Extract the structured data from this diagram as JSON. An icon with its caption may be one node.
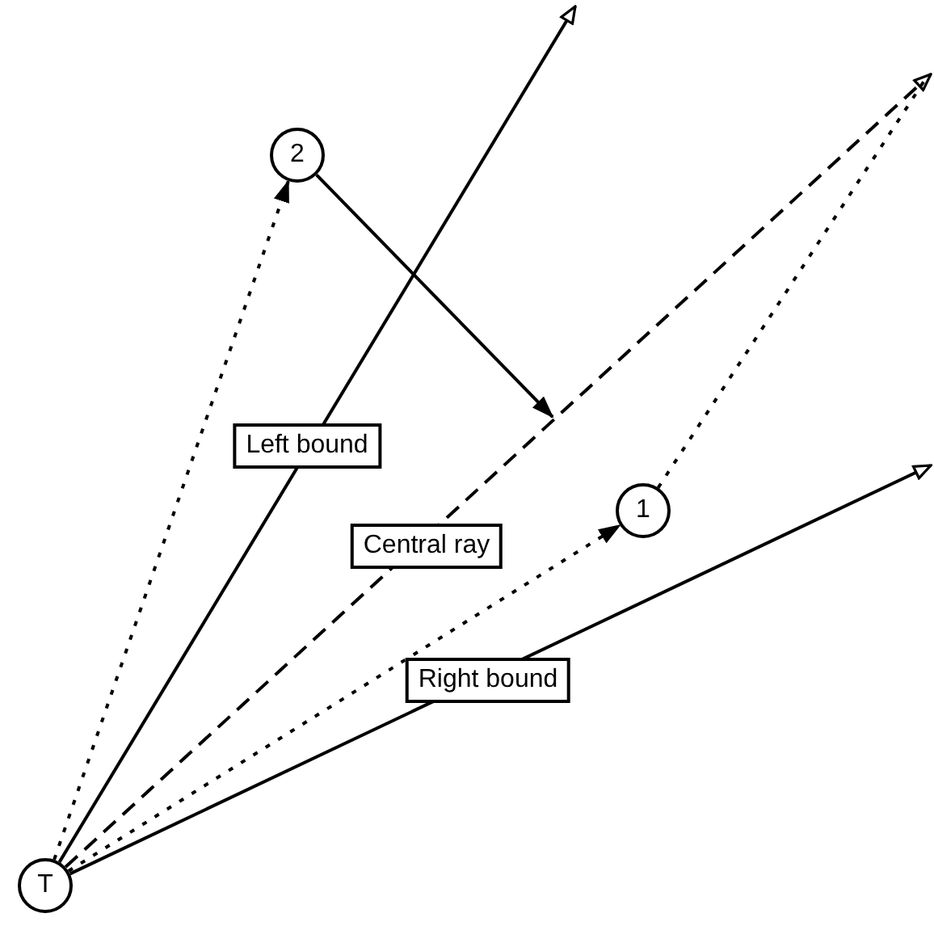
{
  "diagram": {
    "nodes": [
      {
        "text": [
          "T"
        ]
      },
      {
        "text": [
          "1"
        ]
      },
      {
        "text": [
          "2"
        ]
      }
    ],
    "edges": [
      {
        "from": 0,
        "to": null,
        "arrow": "to",
        "label": "Left bound"
      },
      {
        "from": 0,
        "to": null,
        "arrow": "to",
        "label": "Central ray",
        "style": "dashed"
      },
      {
        "from": 0,
        "to": null,
        "arrow": "to",
        "label": "Right bound"
      },
      {
        "from": 0,
        "to": 2,
        "arrow": "to",
        "style": "dashed"
      },
      {
        "from": 0,
        "to": 1,
        "arrow": "to",
        "style": "dashed"
      },
      {
        "from": 1,
        "to": null,
        "arrow": "none",
        "style": "dashed"
      },
      {
        "from": 2,
        "to": null,
        "arrow": "to"
      }
    ]
  }
}
